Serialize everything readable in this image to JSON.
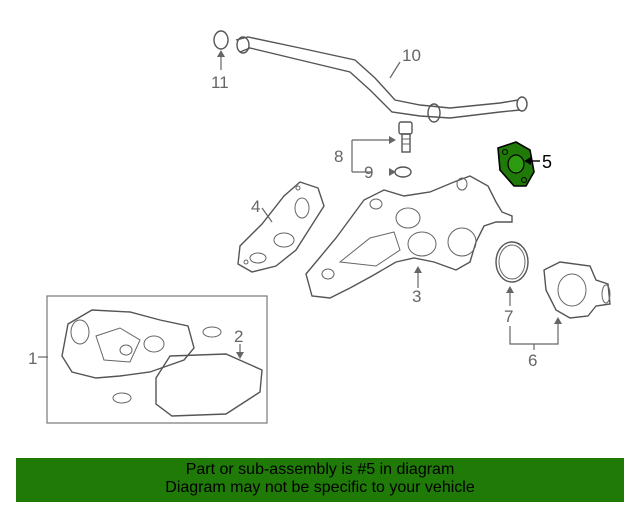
{
  "diagram": {
    "callouts": [
      "1",
      "2",
      "3",
      "4",
      "5",
      "6",
      "7",
      "8",
      "9",
      "10",
      "11"
    ],
    "highlighted_part": "5",
    "highlight_color": "#1f7a08"
  },
  "banner": {
    "line1": "Part or sub-assembly is #5 in diagram",
    "line2": "Diagram may not be specific to your vehicle",
    "background": "#1f7a08"
  }
}
